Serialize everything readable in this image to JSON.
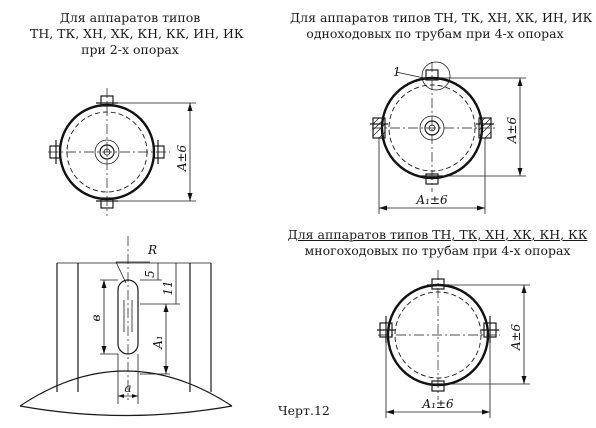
{
  "captions": {
    "two_supports": [
      "Для аппаратов типов",
      "ТН, ТК, ХН, ХК, КН, КК, ИН, ИК",
      "при 2-х опорах"
    ],
    "single_pass": [
      "Для аппаратов типов ТН, ТК, ХН, ХК, ИН, ИК",
      "одноходовых по трубам при 4-х опорах"
    ],
    "multi_pass": [
      "Для аппаратов типов ТН, ТК, ХН, ХК, КН, КК",
      "многоходовых по трубам при 4-х опорах"
    ]
  },
  "dimensions": {
    "a_tol": "A±6",
    "a1_tol": "A₁±6",
    "radius": "R",
    "five": "5",
    "eleven": "11",
    "b": "в",
    "a1": "A₁",
    "a_small": "а",
    "leader_one": "1"
  },
  "sheet_label": "Черт.12"
}
